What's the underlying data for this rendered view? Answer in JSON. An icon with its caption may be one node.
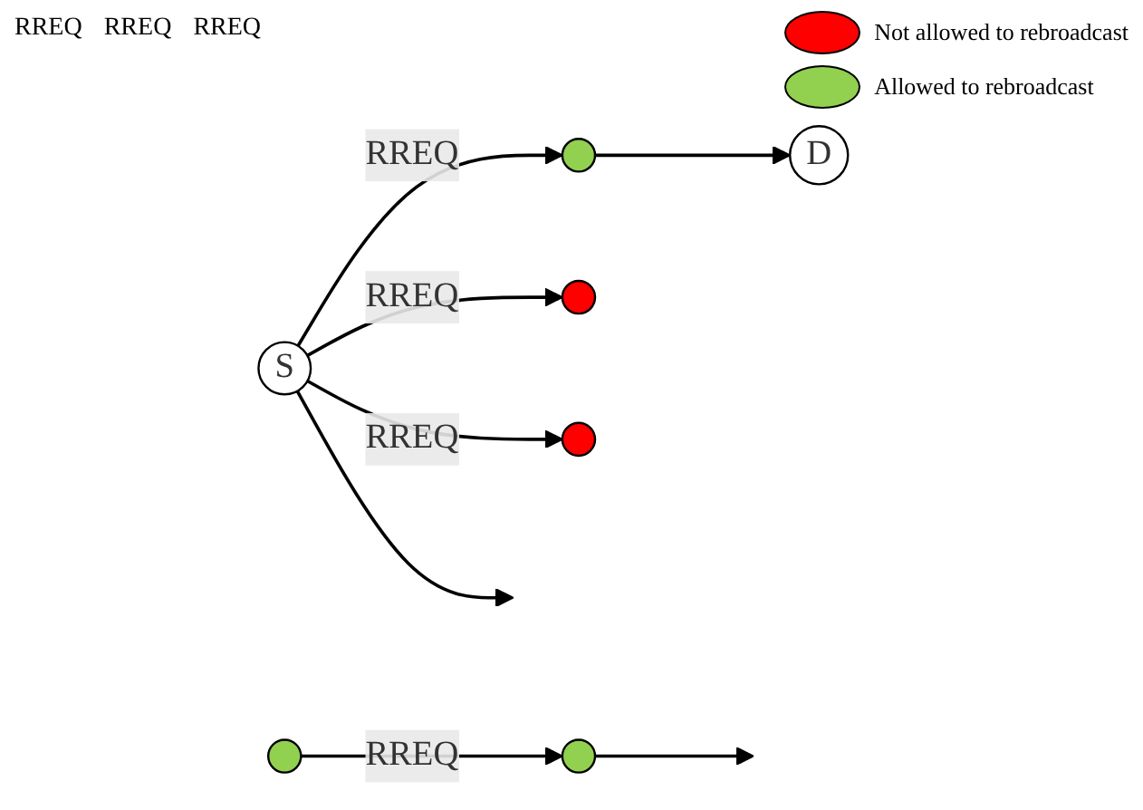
{
  "diagram": {
    "nodes": [
      {
        "text": [],
        "shape": "circle"
      },
      {
        "text": [],
        "shape": "circle"
      },
      {
        "text": [
          "S"
        ]
      },
      {
        "text": [
          "D"
        ]
      },
      {
        "text": [],
        "shape": "circle"
      },
      {
        "text": [],
        "shape": "circle"
      },
      {
        "text": [],
        "shape": "circle"
      }
    ],
    "edges": [
      {
        "from": 2,
        "to": 0,
        "arrow": "to",
        "label": "RREQ"
      },
      {
        "from": 2,
        "to": 1,
        "arrow": "to",
        "label": "RREQ"
      },
      {
        "from": 2,
        "to": 4,
        "arrow": "to",
        "label": "RREQ"
      },
      {
        "from": 2,
        "to": null,
        "arrow": "to"
      },
      {
        "from": 0,
        "to": 3,
        "arrow": "to"
      },
      {
        "from": 6,
        "to": 5,
        "arrow": "to",
        "label": "RREQ"
      },
      {
        "from": 5,
        "to": null,
        "arrow": "to"
      }
    ],
    "labels": [
      "RREQ",
      "RREQ",
      "RREQ"
    ],
    "legend": [
      {
        "text": "Not allowed to rebroadcast",
        "color": "#ff0000"
      },
      {
        "text": "Allowed to rebroadcast",
        "color": "#92d050"
      }
    ]
  }
}
